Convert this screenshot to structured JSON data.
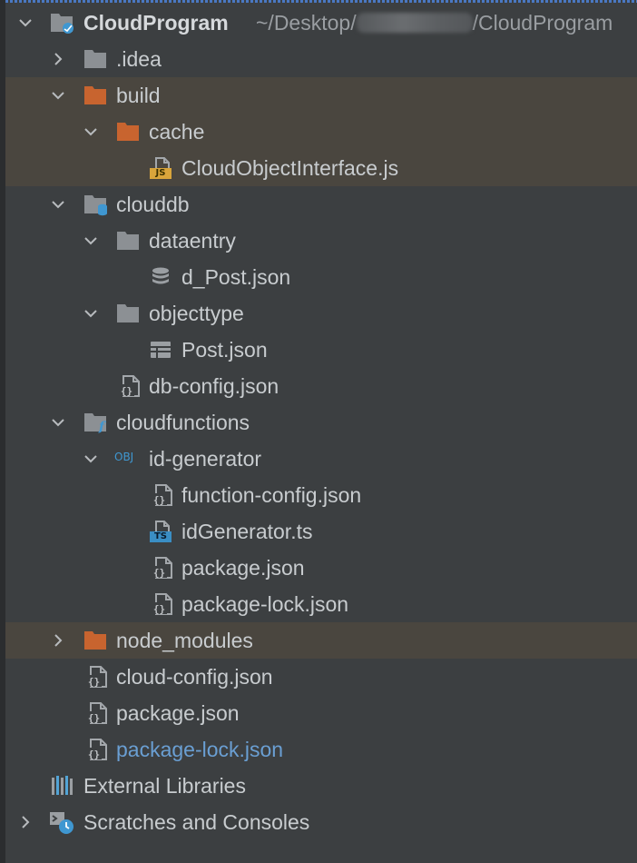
{
  "project": {
    "name": "CloudProgram",
    "path_prefix": "~/Desktop/",
    "path_suffix": "/CloudProgram"
  },
  "nodes": [
    {
      "label": ".idea"
    },
    {
      "label": "build"
    },
    {
      "label": "cache"
    },
    {
      "label": "CloudObjectInterface.js"
    },
    {
      "label": "clouddb"
    },
    {
      "label": "dataentry"
    },
    {
      "label": "d_Post.json"
    },
    {
      "label": "objecttype"
    },
    {
      "label": "Post.json"
    },
    {
      "label": "db-config.json"
    },
    {
      "label": "cloudfunctions"
    },
    {
      "label": "id-generator"
    },
    {
      "label": "function-config.json"
    },
    {
      "label": "idGenerator.ts"
    },
    {
      "label": "package.json"
    },
    {
      "label": "package-lock.json"
    },
    {
      "label": "node_modules"
    },
    {
      "label": "cloud-config.json"
    },
    {
      "label": "package.json"
    },
    {
      "label": "package-lock.json"
    }
  ],
  "extras": {
    "external_libraries": "External Libraries",
    "scratches": "Scratches and Consoles"
  },
  "badges": {
    "js": "JS",
    "ts": "TS",
    "obj": "OBJ",
    "func": "f"
  },
  "icons": {
    "folder": "folder-icon",
    "excluded": "excluded-folder-icon",
    "json": "json-file-icon",
    "js": "js-file-icon",
    "ts": "ts-file-icon",
    "db": "database-icon",
    "table": "table-icon"
  },
  "colors": {
    "background": "#3c3f41",
    "highlight": "#4a463f",
    "folder": "#8c9094",
    "excluded_folder": "#c8642f",
    "text": "#c8cccf",
    "modified_text": "#6a9fd3",
    "accent_blue": "#3f97d1"
  }
}
